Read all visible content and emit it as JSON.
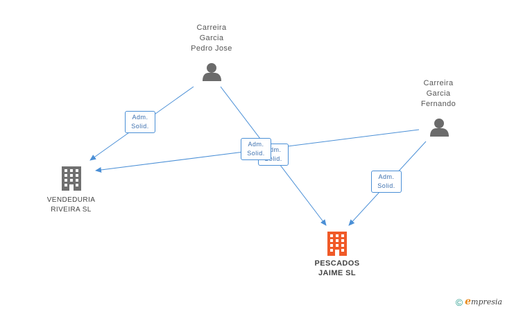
{
  "nodes": {
    "pedro": {
      "label": "Carreira\nGarcia\nPedro Jose",
      "type": "person"
    },
    "fernando": {
      "label": "Carreira\nGarcia\nFernando",
      "type": "person"
    },
    "vendeduria": {
      "label": "VENDEDURIA\nRIVEIRA  SL",
      "type": "company"
    },
    "pescados": {
      "label": "PESCADOS\nJAIME SL",
      "type": "company",
      "highlight": true
    }
  },
  "edges": [
    {
      "from": "pedro",
      "to": "vendeduria",
      "line1": "Adm.",
      "line2": "Solid."
    },
    {
      "from": "pedro",
      "to": "pescados",
      "line1": "Adm.",
      "line2": "Solid."
    },
    {
      "from": "fernando",
      "to": "vendeduria",
      "line1": "Adm.",
      "line2": "Solid."
    },
    {
      "from": "fernando",
      "to": "pescados",
      "line1": "Adm.",
      "line2": "Solid."
    }
  ],
  "colors": {
    "edge": "#4a8fd6",
    "person_icon": "#6b6b6b",
    "company_icon": "#707070",
    "company_highlight": "#f05a28"
  },
  "footer": {
    "copyright": "©",
    "brand_e": "e",
    "brand_rest": "mpresia"
  }
}
